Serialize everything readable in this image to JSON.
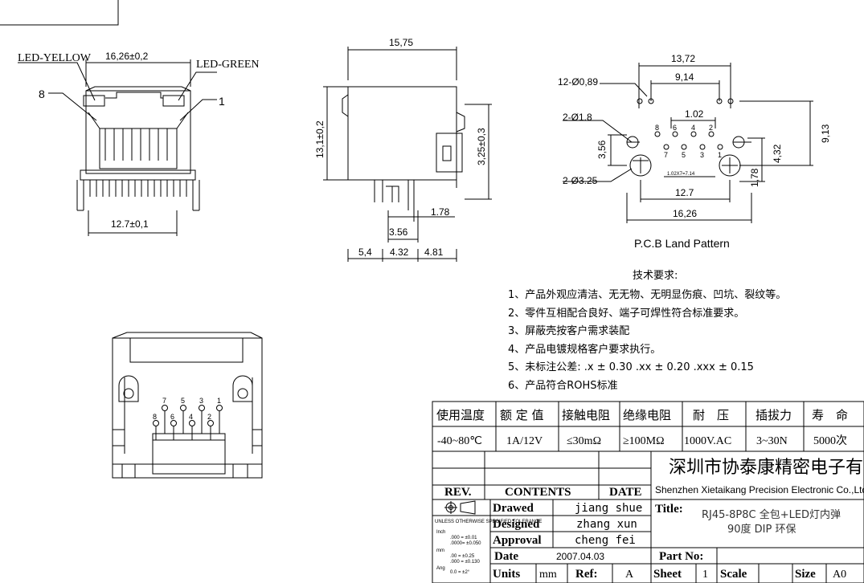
{
  "front_view": {
    "led_yellow": "LED-YELLOW",
    "led_green": "LED-GREEN",
    "width_dim": "16,26±0,2",
    "pitch_dim": "12.7±0,1",
    "pin8": "8",
    "pin1": "1"
  },
  "side_view": {
    "top_dim": "15,75",
    "height_dim": "13,1±0,2",
    "right_dim": "3,25±0,3",
    "d_178": "1.78",
    "d_356": "3.56",
    "d_54": "5,4",
    "d_432": "4.32",
    "d_481": "4.81"
  },
  "pcb": {
    "title": "P.C.B Land Pattern",
    "d_1372": "13,72",
    "d_914": "9,14",
    "holes_12": "12-Ø0,89",
    "d_102": "1.02",
    "holes_18": "2-Ø1.8",
    "d_356": "3,56",
    "holes_325": "2-Ø3.25",
    "d_pitch": "1.02X7=7.14",
    "d_432": "4,32",
    "d_913": "9,13",
    "d_178": "1,78",
    "d_127": "12.7",
    "d_1626": "16,26",
    "top_pins": [
      "8",
      "6",
      "4",
      "2"
    ],
    "bottom_pins": [
      "7",
      "5",
      "3",
      "1"
    ]
  },
  "rear_view": {
    "top_pins": [
      "7",
      "5",
      "3",
      "1"
    ],
    "bottom_pins": [
      "8",
      "6",
      "4",
      "2"
    ]
  },
  "notes": {
    "title": "技术要求:",
    "items": [
      "1、产品外观应清洁、无无物、无明显伤痕、凹坑、裂纹等。",
      "2、零件互相配合良好、端子可焊性符合标准要求。",
      "3、屏蔽壳按客户需求装配",
      "4、产品电镀规格客户要求执行。",
      "5、未标注公差: .x ± 0.30    .xx ± 0.20   .xxx ± 0.15",
      "6、产品符合ROHS标准"
    ]
  },
  "spec_table": {
    "headers": [
      "使用温度",
      "额 定 值",
      "接触电阻",
      "绝缘电阻",
      "耐　压",
      "插拔力",
      "寿　命"
    ],
    "values": [
      "-40~80℃",
      "1A/12V",
      "≤30mΩ",
      "≥100MΩ",
      "1000V.AC",
      "3~30N",
      "5000次"
    ]
  },
  "title_block": {
    "company_cn": "深圳市协泰康精密电子有限公司",
    "company_en": "Shenzhen Xietaikang Precision Electronic Co.,Ltd",
    "rev_label": "REV.",
    "contents_label": "CONTENTS",
    "date_label": "DATE",
    "drawed_label": "Drawed",
    "drawed_value": "jiang shue",
    "designed_label": "Designed",
    "designed_value": "zhang xun",
    "approval_label": "Approval",
    "approval_value": "cheng fei",
    "date_row_label": "Date",
    "date_value": "2007.04.03",
    "title_label": "Title:",
    "title_line1": "RJ45-8P8C 全包+LED灯内弹",
    "title_line2": "90度 DIP 环保",
    "part_no_label": "Part No:",
    "units_label": "Units",
    "units_value": "mm",
    "ref_label": "Ref:",
    "ref_value": "A",
    "sheet_label": "Sheet",
    "sheet_value": "1",
    "scale_label": "Scale",
    "size_label": "Size",
    "size_value": "A0",
    "tolerance_title": "UNLESS OTHERWISE SPECIFIED TOLERANCE",
    "tol_inch": "Inch",
    "tol_line1": ".000 = ±0.01",
    "tol_line2": ".0000= ±0.050",
    "tol_mm": "mm",
    "tol_line3": ".00 = ±0.25",
    "tol_line4": ".000 = ±0.130",
    "tol_ang": "Ang",
    "tol_line5": "0.0 = ±2°"
  }
}
